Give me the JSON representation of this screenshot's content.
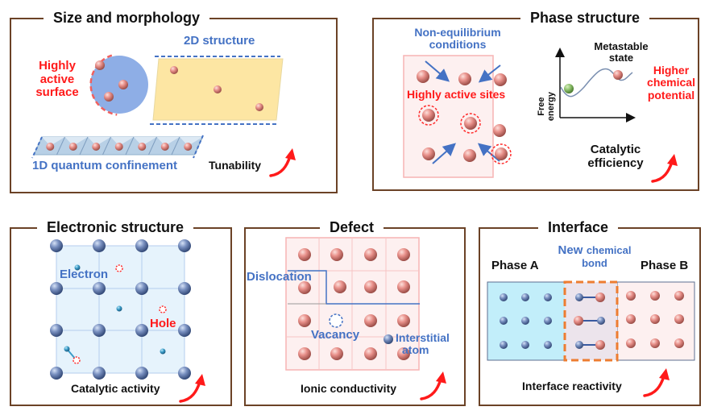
{
  "colors": {
    "frame": "#6b4226",
    "label_blue": "#4472c4",
    "label_red": "#ff1a1a",
    "atom_pink": "#e8908a",
    "atom_blue": "#6f86b8",
    "sheet_yellow": "#fde6a3",
    "sphere_blue": "#8eaee6",
    "phase_a_bg": "#c2eefa",
    "phase_b_bg": "#fdf0f0",
    "bond_zone_border": "#ed7d31"
  },
  "panels": {
    "size": {
      "title": "Size and morphology",
      "highly_active_surface": [
        "Highly",
        "active",
        "surface"
      ],
      "structure_2d": "2D structure",
      "quantum_1d": "1D quantum confinement",
      "outcome": "Tunability"
    },
    "phase": {
      "title": "Phase structure",
      "non_equilibrium": [
        "Non-equilibrium",
        "conditions"
      ],
      "active_sites": "Highly active sites",
      "y_axis": [
        "Free",
        "energy"
      ],
      "metastable": [
        "Metastable",
        "state"
      ],
      "higher_potential": [
        "Higher",
        "chemical",
        "potential"
      ],
      "outcome": [
        "Catalytic",
        "efficiency"
      ]
    },
    "electronic": {
      "title": "Electronic structure",
      "electron": "Electron",
      "hole": "Hole",
      "outcome": "Catalytic activity"
    },
    "defect": {
      "title": "Defect",
      "dislocation": "Dislocation",
      "vacancy": "Vacancy",
      "interstitial": [
        "Interstitial",
        "atom"
      ],
      "outcome": "Ionic conductivity"
    },
    "interface": {
      "title": "Interface",
      "phase_a": "Phase A",
      "phase_b": "Phase B",
      "new_bond_big": "New",
      "new_bond_small": "chemical",
      "new_bond_line2": "bond",
      "outcome": "Interface reactivity"
    }
  }
}
